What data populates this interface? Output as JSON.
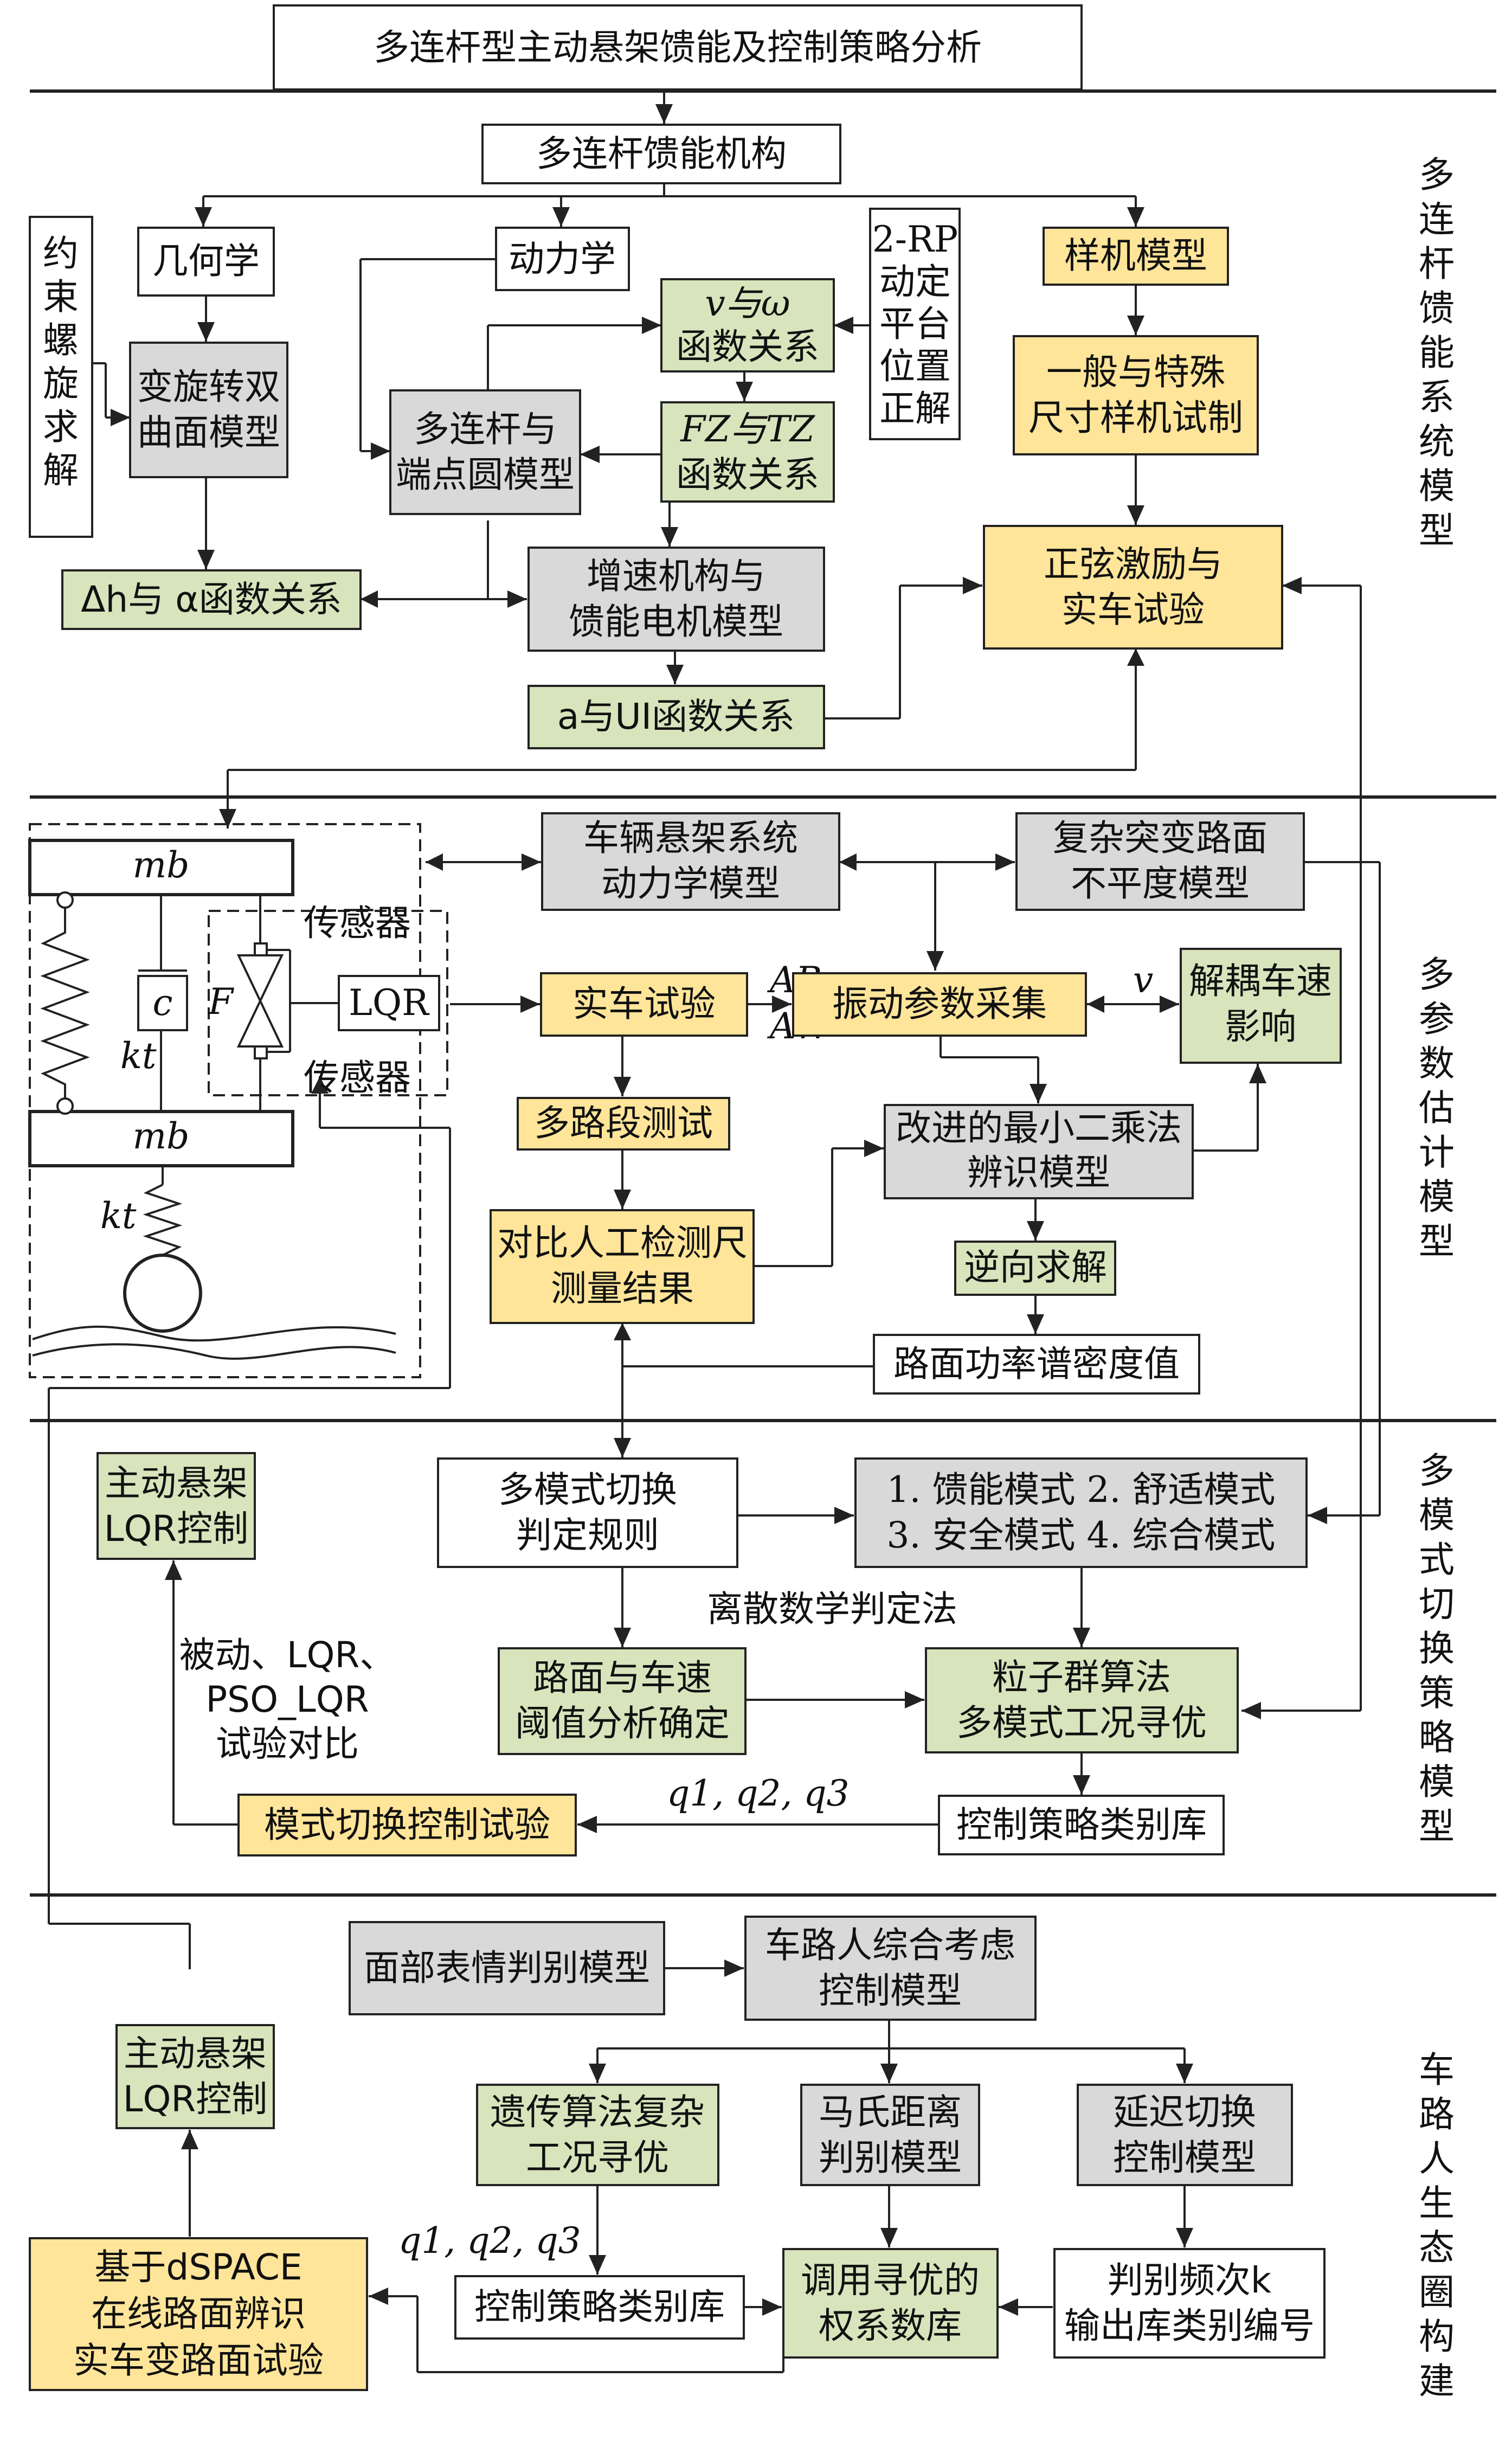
{
  "title": "多连杆型主动悬架馈能及控制策略分析",
  "sections": {
    "s1": "多连杆馈能系统模型",
    "s2": "多参数估计模型",
    "s3": "多模式切换策略模型",
    "s4": "车路人生态圈构建"
  },
  "s1": {
    "mechanism": "多连杆馈能机构",
    "geometry": "几何学",
    "dynamics": "动力学",
    "constraint": "约束螺旋求解",
    "rp_lines": [
      "2-RP",
      "动定",
      "平台",
      "位置",
      "正解"
    ],
    "prototype": "样机模型",
    "surface_lines": [
      "变旋转双",
      "曲面模型"
    ],
    "vw_lines": [
      "v与ω",
      "函数关系"
    ],
    "fz_lines": [
      "FZ与TZ",
      "函数关系"
    ],
    "linkage_lines": [
      "多连杆与",
      "端点圆模型"
    ],
    "dh": "Δh与 α函数关系",
    "gen_lines": [
      "增速机构与",
      "馈能电机模型"
    ],
    "aui": "a与UI函数关系",
    "trial_lines": [
      "一般与特殊",
      "尺寸样机试制"
    ],
    "sine_lines": [
      "正弦激励与",
      "实车试验"
    ]
  },
  "s2": {
    "mb_top": "mb",
    "mb_bottom": "mb",
    "c": "c",
    "kt_upper": "kt",
    "kt_lower": "kt",
    "F": "F",
    "sensor_top": "传感器",
    "sensor_bottom": "传感器",
    "lqr": "LQR",
    "vehicle_lines": [
      "车辆悬架系统",
      "动力学模型"
    ],
    "road_lines": [
      "复杂突变路面",
      "不平度模型"
    ],
    "test": "实车试验",
    "ab": "AB",
    "aw": "AW",
    "collect": "振动参数采集",
    "v": "v",
    "decouple_lines": [
      "解耦车速",
      "影响"
    ],
    "multiroad": "多路段测试",
    "lsq_lines": [
      "改进的最小二乘法",
      "辨识模型"
    ],
    "compare_lines": [
      "对比人工检测尺",
      "测量结果"
    ],
    "inverse": "逆向求解",
    "psd": "路面功率谱密度值"
  },
  "s3": {
    "active_lines": [
      "主动悬架",
      "LQR控制"
    ],
    "rules_lines": [
      "多模式切换",
      "判定规则"
    ],
    "modes_lines": [
      "1. 馈能模式  2. 舒适模式",
      "3. 安全模式  4. 综合模式"
    ],
    "discrete": "离散数学判定法",
    "compare_lines": [
      "被动、LQR、",
      "PSO_LQR",
      "试验对比"
    ],
    "threshold_lines": [
      "路面与车速",
      "阈值分析确定"
    ],
    "pso_lines": [
      "粒子群算法",
      "多模式工况寻优"
    ],
    "q_label": "q1, q2, q3",
    "switch_test": "模式切换控制试验",
    "library": "控制策略类别库"
  },
  "s4": {
    "face": "面部表情判别模型",
    "vrp_lines": [
      "车路人综合考虑",
      "控制模型"
    ],
    "active_lines": [
      "主动悬架",
      "LQR控制"
    ],
    "ga_lines": [
      "遗传算法复杂",
      "工况寻优"
    ],
    "maha_lines": [
      "马氏距离",
      "判别模型"
    ],
    "delay_lines": [
      "延迟切换",
      "控制模型"
    ],
    "q_label": "q1, q2, q3",
    "dspace_lines": [
      "基于dSPACE",
      "在线路面辨识",
      "实车变路面试验"
    ],
    "library": "控制策略类别库",
    "weights_lines": [
      "调用寻优的",
      "权系数库"
    ],
    "freq_lines": [
      "判别频次k",
      "输出库类别编号"
    ]
  },
  "colors": {
    "gray": "#d9d9d9",
    "green": "#d8e4bc",
    "yellow": "#ffe599",
    "line": "#222222"
  }
}
